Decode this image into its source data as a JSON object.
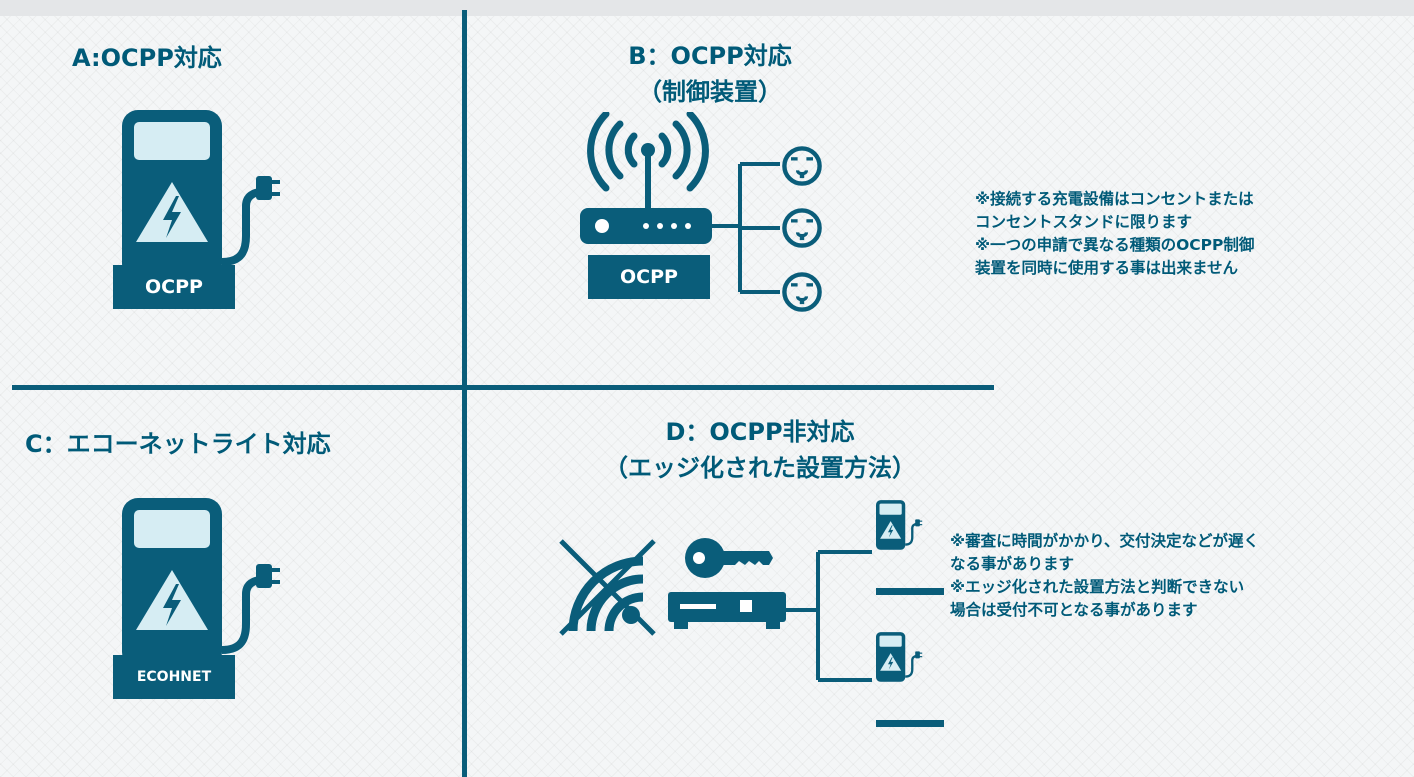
{
  "colors": {
    "primary": "#0a5d7a",
    "light": "#d6edf3",
    "text": "#005a78",
    "background": "#f4f6f7"
  },
  "quadrant_a": {
    "title": "A:OCPP対応",
    "icon": "ev-charger-icon",
    "tag": "OCPP"
  },
  "quadrant_b": {
    "title_line1": "B：OCPP対応",
    "title_line2": "（制御装置）",
    "icons": [
      "wifi-router-icon",
      "power-outlet-icon"
    ],
    "tag": "OCPP",
    "notes": [
      "※接続する充電設備はコンセントまたは",
      "コンセントスタンドに限ります",
      "※一つの申請で異なる種類のOCPP制御",
      "装置を同時に使用する事は出来ません"
    ]
  },
  "quadrant_c": {
    "title": "C：エコーネットライト対応",
    "icon": "ev-charger-icon",
    "tag": "ECOHNET"
  },
  "quadrant_d": {
    "title_line1": "D：OCPP非対応",
    "title_line2": "（エッジ化された設置方法）",
    "icons": [
      "no-signal-icon",
      "key-icon",
      "network-device-icon",
      "ev-charger-icon"
    ],
    "notes": [
      "※審査に時間がかかり、交付決定などが遅く",
      "なる事があります",
      "※エッジ化された設置方法と判断できない",
      "場合は受付不可となる事があります"
    ]
  }
}
